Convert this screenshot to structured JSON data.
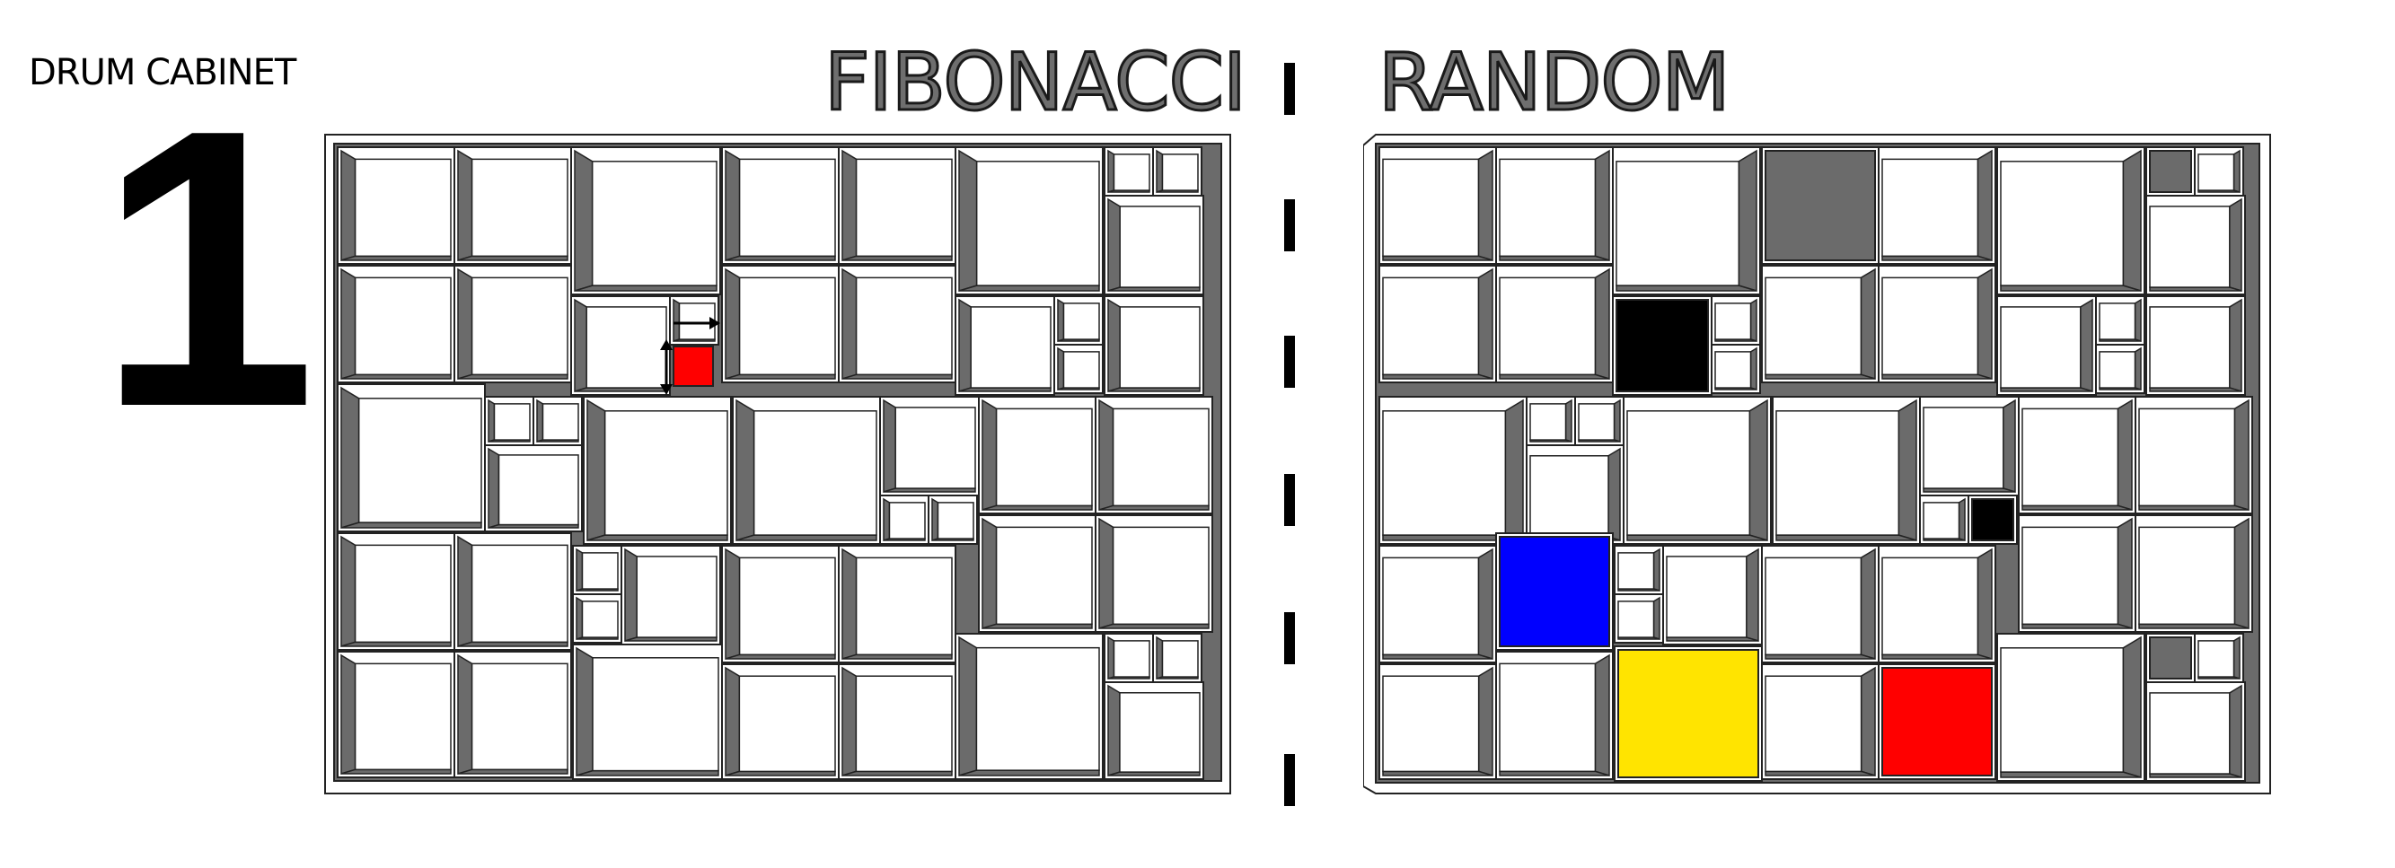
{
  "title": {
    "label": "DRUM CABINET",
    "number": "1"
  },
  "labels": {
    "left": "FIBONACCI",
    "right": "RANDOM"
  },
  "colors": {
    "frame": "#222222",
    "shade": "#6b6b6b",
    "white": "#ffffff",
    "red": "#ff0000",
    "blue": "#0000ff",
    "yellow": "#ffe400",
    "black": "#000000",
    "grey_fill": "#6b6b6b"
  }
}
